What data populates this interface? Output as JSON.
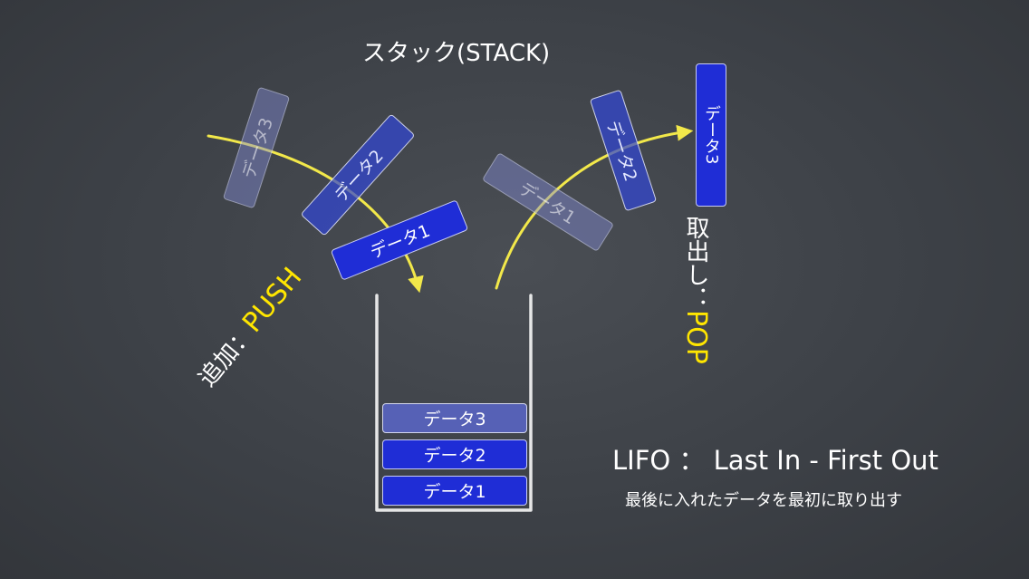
{
  "title": "スタック(STACK)",
  "push_label": {
    "prefix": "追加：",
    "keyword": "PUSH"
  },
  "pop_label": {
    "prefix": "取出し：",
    "keyword": "POP"
  },
  "push_group": [
    "データ3",
    "データ2",
    "データ1"
  ],
  "pop_group": [
    "データ1",
    "データ2",
    "データ3"
  ],
  "stack_items": [
    "データ3",
    "データ2",
    "データ1"
  ],
  "lifo_title": "LIFO ： Last In - First Out",
  "lifo_caption": "最後に入れたデータを最初に取り出す",
  "colors": {
    "background": "#3d4147",
    "card_solid": "#1f2dd6",
    "card_light": "#5661b6",
    "accent_yellow": "#ffe600",
    "chalk_white": "#ffffff"
  }
}
